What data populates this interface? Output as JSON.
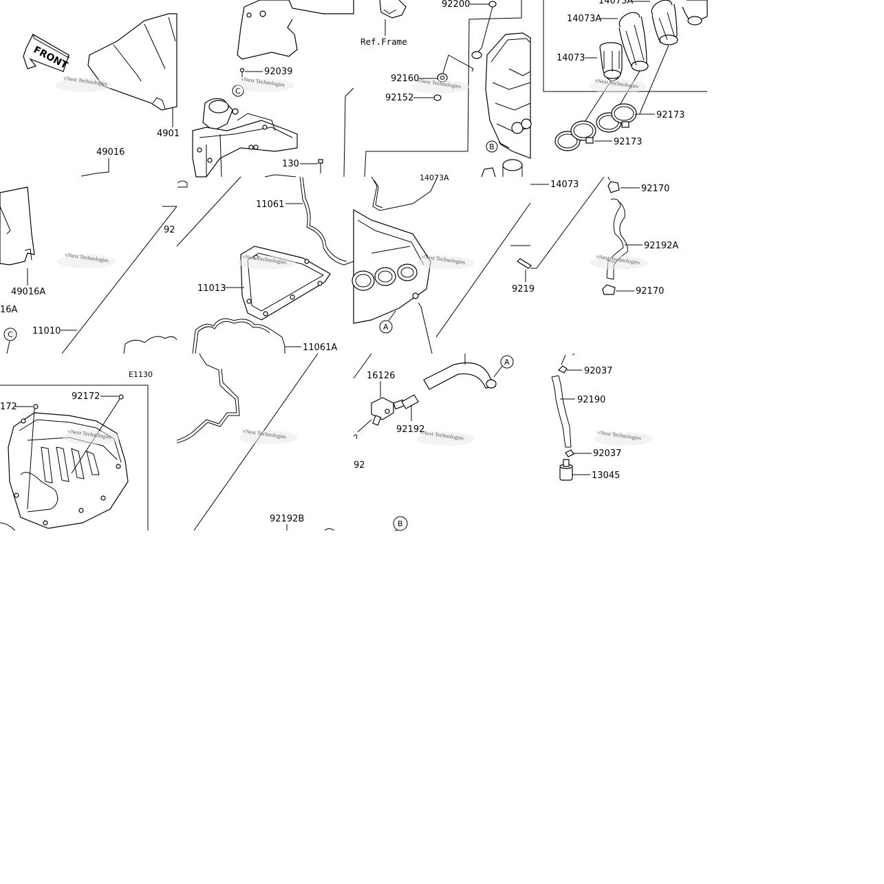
{
  "diagram": {
    "front_badge": "FRONT",
    "diagram_code": "E1130",
    "ref_note": "Ref.Frame",
    "watermark": "vNext Technologies",
    "reference_marks": [
      "A",
      "B",
      "C"
    ],
    "part_labels": {
      "p4901": "4901",
      "p49016": "49016",
      "p49016A": "49016A",
      "p16A": "16A",
      "p92_cut": "92",
      "p11010": "11010",
      "p92039": "92039",
      "p130": "130",
      "p11061": "11061",
      "p11013": "11013",
      "p11061A": "11061A",
      "p92200": "92200",
      "p92160": "92160",
      "p92152": "92152",
      "p14073A_top": "14073A",
      "p14073A": "14073A",
      "p14073": "14073",
      "p92173_a": "92173",
      "p92173_b": "92173",
      "p14073_mid": "14073",
      "p92170_a": "92170",
      "p92192A": "92192A",
      "p92170_b": "92170",
      "p9219_cut": "9219",
      "p172_cut": "172",
      "p92172": "92172",
      "p16126": "16126",
      "p92192": "92192",
      "p92_bottom": "92",
      "p92192B": "92192B",
      "p92037_a": "92037",
      "p92190": "92190",
      "p92037_b": "92037",
      "p13045": "13045"
    }
  }
}
